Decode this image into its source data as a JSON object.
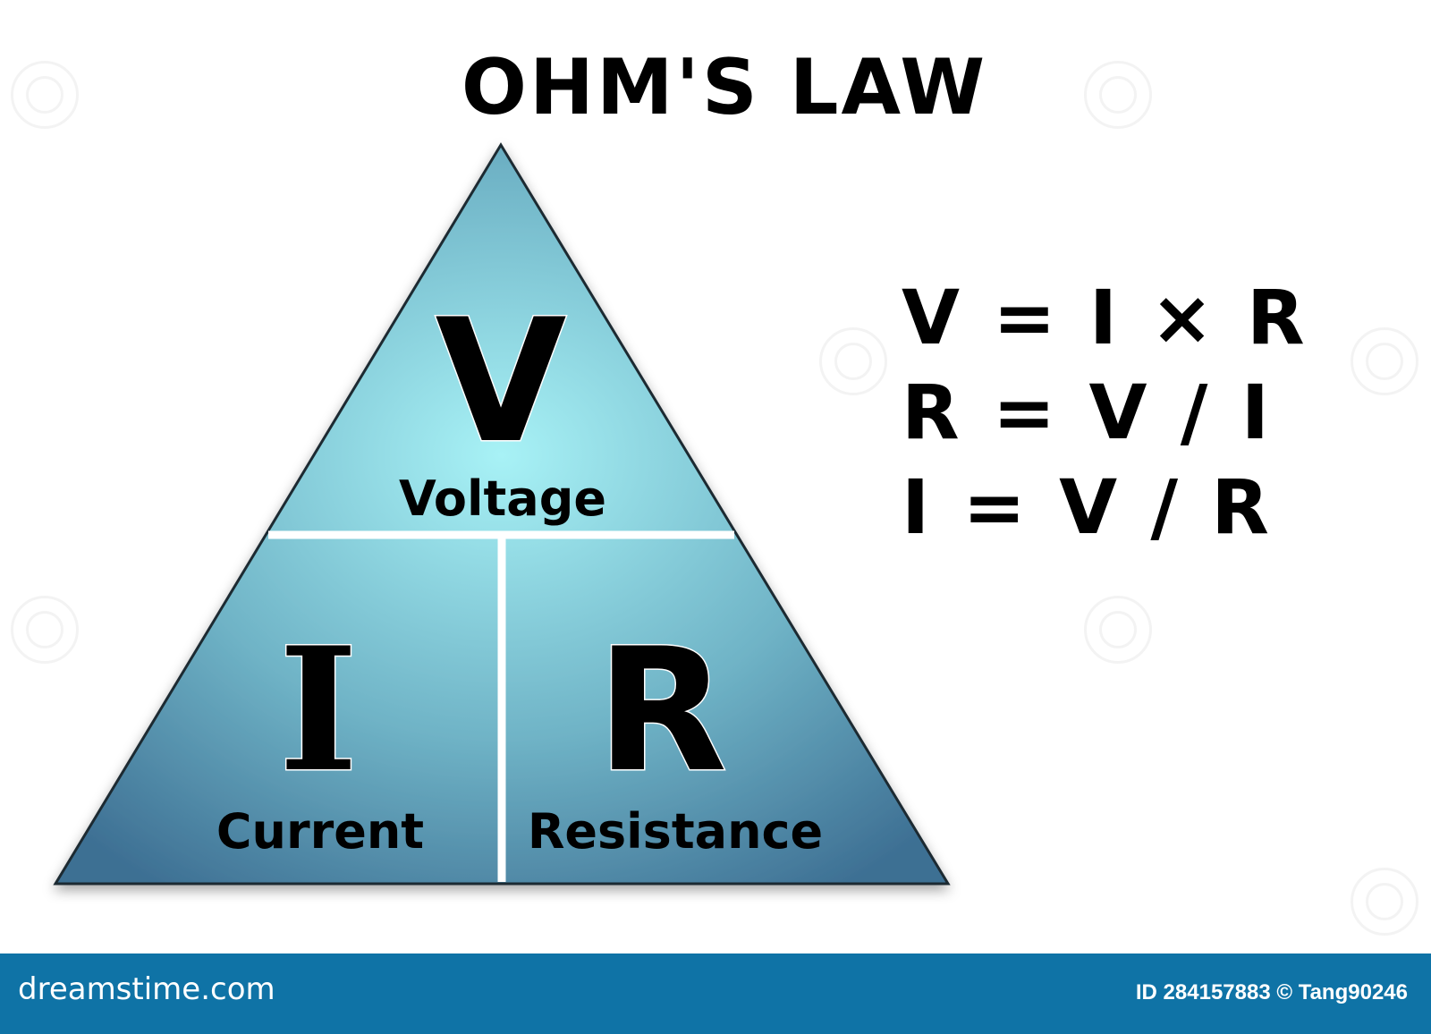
{
  "title": "OHM'S LAW",
  "triangle": {
    "top": {
      "symbol": "V",
      "label": "Voltage"
    },
    "bottom_left": {
      "symbol": "I",
      "label": "Current"
    },
    "bottom_right": {
      "symbol": "R",
      "label": "Resistance"
    },
    "colors": {
      "top_center": "#a8f2f6",
      "bottom": "#3d6f93",
      "divider": "#ffffff",
      "outline": "#1f2a30"
    }
  },
  "formulas": [
    "V = I × R",
    "R = V / I",
    "I = V / R"
  ],
  "footer": {
    "brand": "dreamstime.com",
    "credit": "ID 284157883 © Tang90246",
    "background": "#0f73a6"
  }
}
